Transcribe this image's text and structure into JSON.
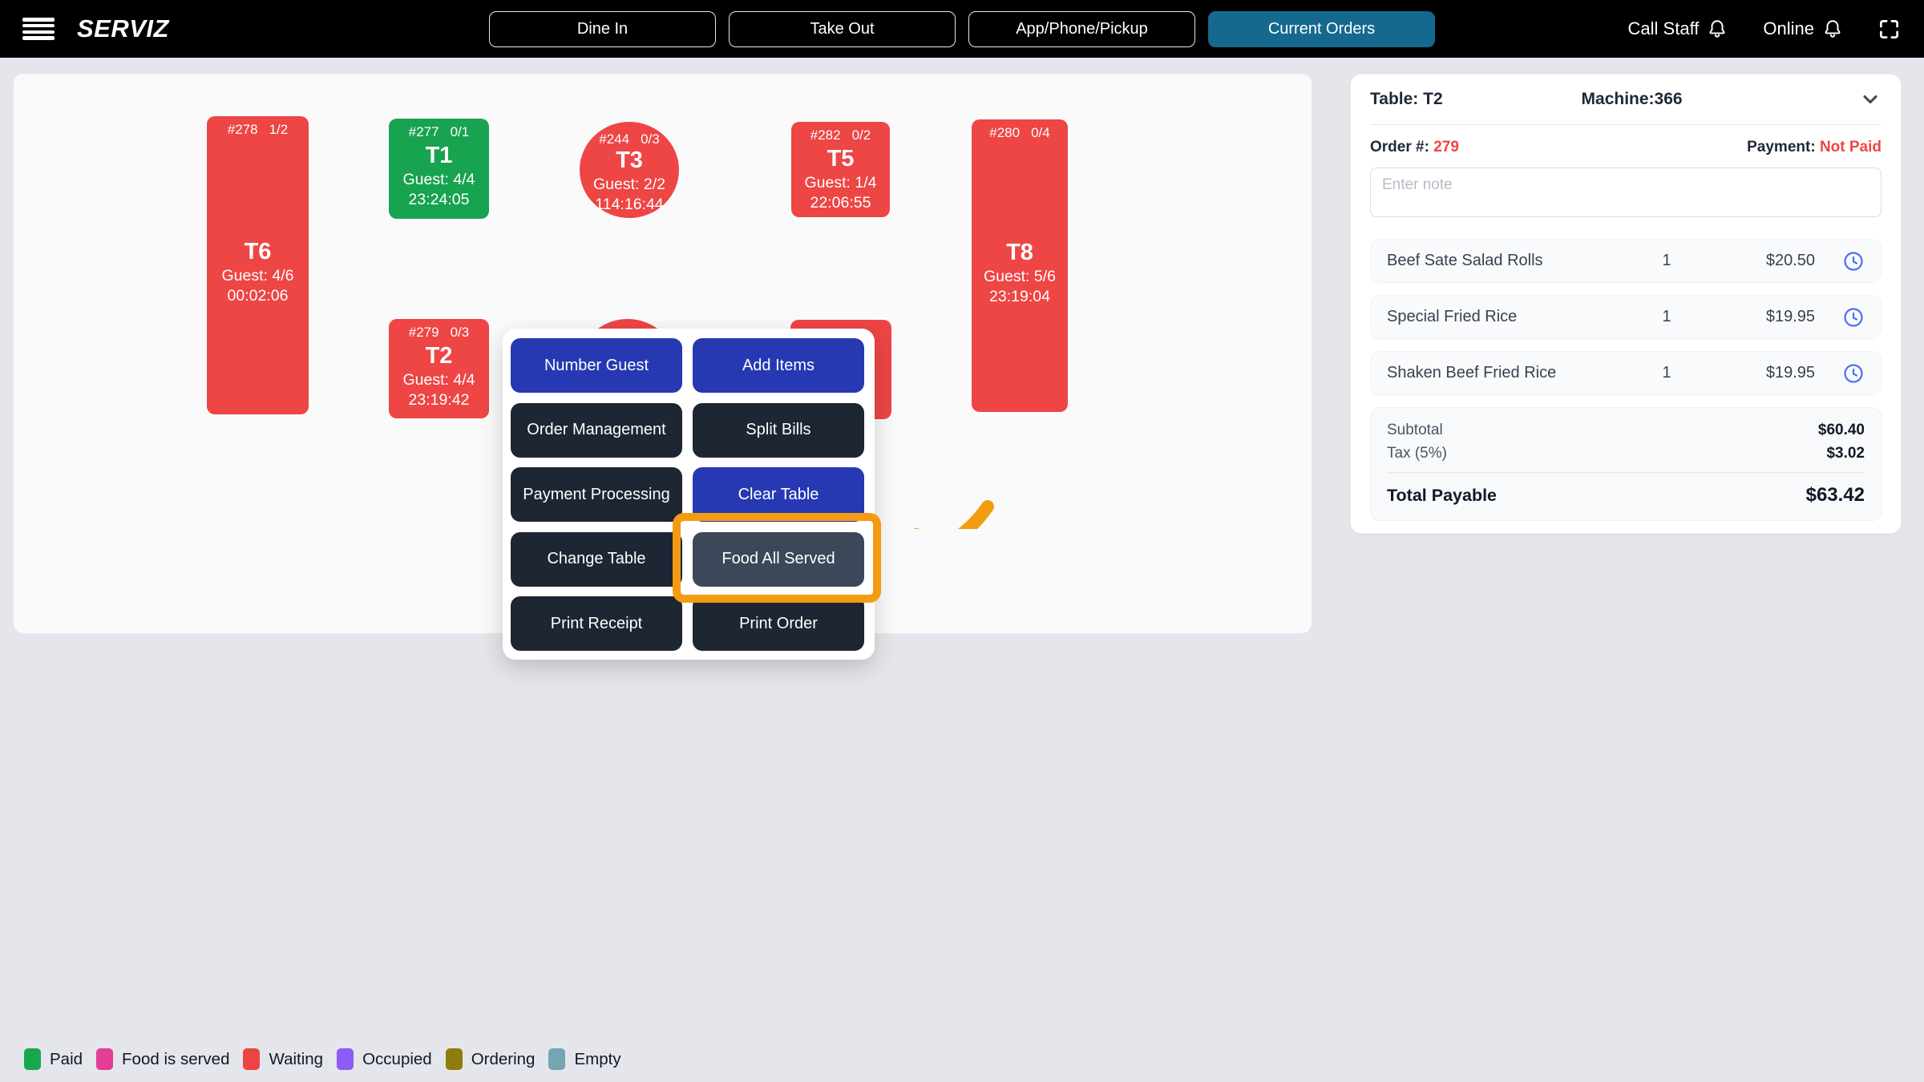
{
  "header": {
    "brand": "SERVIZ",
    "nav": [
      {
        "label": "Dine In",
        "active": false
      },
      {
        "label": "Take Out",
        "active": false
      },
      {
        "label": "App/Phone/Pickup",
        "active": false
      },
      {
        "label": "Current Orders",
        "active": true
      }
    ],
    "call_staff_label": "Call Staff",
    "online_label": "Online"
  },
  "floor": {
    "tables": [
      {
        "name": "T6",
        "order_no": "#278",
        "ratio": "1/2",
        "guest": "Guest: 4/6",
        "time": "00:02:06",
        "status": "waiting",
        "shape": "rect-tall"
      },
      {
        "name": "T1",
        "order_no": "#277",
        "ratio": "0/1",
        "guest": "Guest: 4/4",
        "time": "23:24:05",
        "status": "paid",
        "shape": "rect"
      },
      {
        "name": "T3",
        "order_no": "#244",
        "ratio": "0/3",
        "guest": "Guest: 2/2",
        "time": "114:16:44",
        "status": "waiting",
        "shape": "ellipse"
      },
      {
        "name": "T5",
        "order_no": "#282",
        "ratio": "0/2",
        "guest": "Guest: 1/4",
        "time": "22:06:55",
        "status": "waiting",
        "shape": "rect"
      },
      {
        "name": "T8",
        "order_no": "#280",
        "ratio": "0/4",
        "guest": "Guest: 5/6",
        "time": "23:19:04",
        "status": "waiting",
        "shape": "rect-tall"
      },
      {
        "name": "T2",
        "order_no": "#279",
        "ratio": "0/3",
        "guest": "Guest: 4/4",
        "time": "23:19:42",
        "status": "waiting",
        "shape": "rect"
      }
    ]
  },
  "popup": {
    "buttons": [
      {
        "label": "Number Guest",
        "style": "blue"
      },
      {
        "label": "Add Items",
        "style": "blue"
      },
      {
        "label": "Order Management",
        "style": "dark"
      },
      {
        "label": "Split Bills",
        "style": "dark"
      },
      {
        "label": "Payment Processing",
        "style": "dark"
      },
      {
        "label": "Clear Table",
        "style": "blue"
      },
      {
        "label": "Change Table",
        "style": "dark"
      },
      {
        "label": "Food All Served",
        "style": "highlighted"
      },
      {
        "label": "Print Receipt",
        "style": "dark"
      },
      {
        "label": "Print Order",
        "style": "dark"
      }
    ]
  },
  "order_panel": {
    "table_label": "Table: T2",
    "machine_label": "Machine:366",
    "order_label": "Order #:",
    "order_number": "279",
    "payment_label": "Payment:",
    "payment_status": "Not Paid",
    "note_placeholder": "Enter note",
    "items": [
      {
        "name": "Beef Sate Salad Rolls",
        "qty": "1",
        "price": "$20.50"
      },
      {
        "name": "Special Fried Rice",
        "qty": "1",
        "price": "$19.95"
      },
      {
        "name": "Shaken Beef Fried Rice",
        "qty": "1",
        "price": "$19.95"
      }
    ],
    "totals": {
      "subtotal_label": "Subtotal",
      "subtotal": "$60.40",
      "tax_label": "Tax (5%)",
      "tax": "$3.02",
      "total_label": "Total Payable",
      "total": "$63.42"
    }
  },
  "legend": [
    {
      "label": "Paid",
      "color": "#17a74f"
    },
    {
      "label": "Food is served",
      "color": "#e23e96"
    },
    {
      "label": "Waiting",
      "color": "#ee4343"
    },
    {
      "label": "Occupied",
      "color": "#8b5cf6"
    },
    {
      "label": "Ordering",
      "color": "#8d7d0c"
    },
    {
      "label": "Empty",
      "color": "#72a6b2"
    }
  ],
  "colors": {
    "accent_blue": "#2639b2",
    "dark_button": "#1e2533",
    "highlighted_button": "#3c4759",
    "active_tab_blue": "#15698e",
    "waiting_red": "#ee4545",
    "paid_green": "#18a350",
    "annotation_orange": "#f39c12",
    "alert_red": "#ef4444",
    "clock_blue": "#4d6ef5"
  }
}
